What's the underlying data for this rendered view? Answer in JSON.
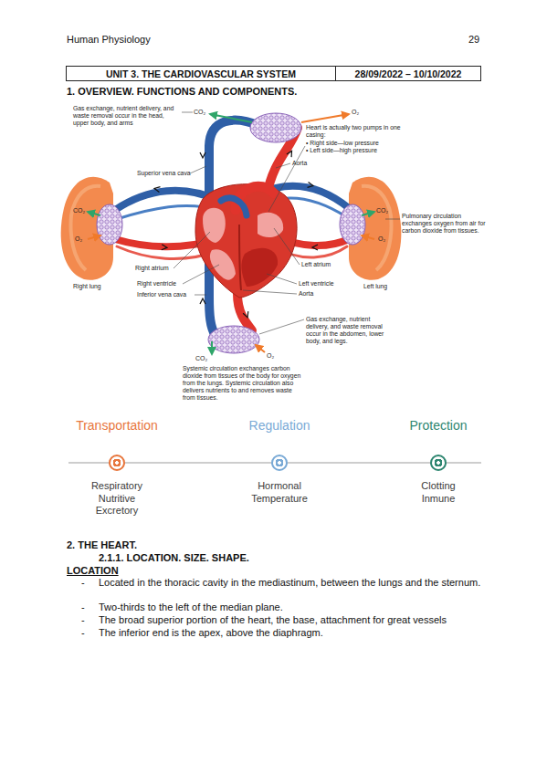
{
  "diagram": {
    "title": "1. OVERVIEW. FUNCTIONS AND COMPONENTS.",
    "nodes": [
      {
        "text": [
          "UNIT 3. THE CARDIOVASCULAR SYSTEM"
        ]
      },
      {
        "text": [
          "28/09/2022 – 10/10/2022"
        ]
      },
      {
        "text": [
          "Transportation",
          "Respiratory Nutritive Excretory"
        ]
      },
      {
        "text": [
          "Regulation",
          "Hormonal Temperature"
        ]
      },
      {
        "text": [
          "Protection",
          "Clotting Inmune"
        ]
      }
    ],
    "edges": [
      {
        "from": 2,
        "to": 3,
        "arrow": "none"
      },
      {
        "from": 3,
        "to": 4,
        "arrow": "none"
      }
    ],
    "labels": [
      "Human Physiology",
      "29",
      "Gas exchange, nutrient delivery, and waste removal occur in the head, upper body, and arms",
      "CO₂",
      "O₂",
      "Heart is actually two pumps in one casing:",
      "• Right side—low pressure",
      "• Left side—high pressure",
      "Aorta",
      "Superior vena cava",
      "CO₂",
      "CO₂",
      "Pulmonary circulation exchanges oxygen from air for carbon dioxide from tissues.",
      "O₂",
      "O₂",
      "Right atrium",
      "Right lung",
      "Right ventricle",
      "Inferior vena cava",
      "Left atrium",
      "Left ventricle",
      "Left lung",
      "Aorta",
      "Gas exchange, nutrient delivery, and waste removal occur in the abdomen, lower body, and legs.",
      "CO₂",
      "O₂",
      "Systemic circulation exchanges carbon dioxide from tissues of the body for oxygen from the lungs. Systemic circulation also delivers nutrients to and removes waste from tissues.",
      "2. THE HEART.",
      "2.1.1. LOCATION. SIZE. SHAPE.",
      "LOCATION",
      "-",
      "Located in the thoracic cavity in the mediastinum, between the lungs and the sternum.",
      "-",
      "Two-thirds to the left of the median plane.",
      "-",
      "The broad superior portion of the heart, the base, attachment for great vessels",
      "-",
      "The inferior end is the apex, above the diaphragm."
    ]
  }
}
